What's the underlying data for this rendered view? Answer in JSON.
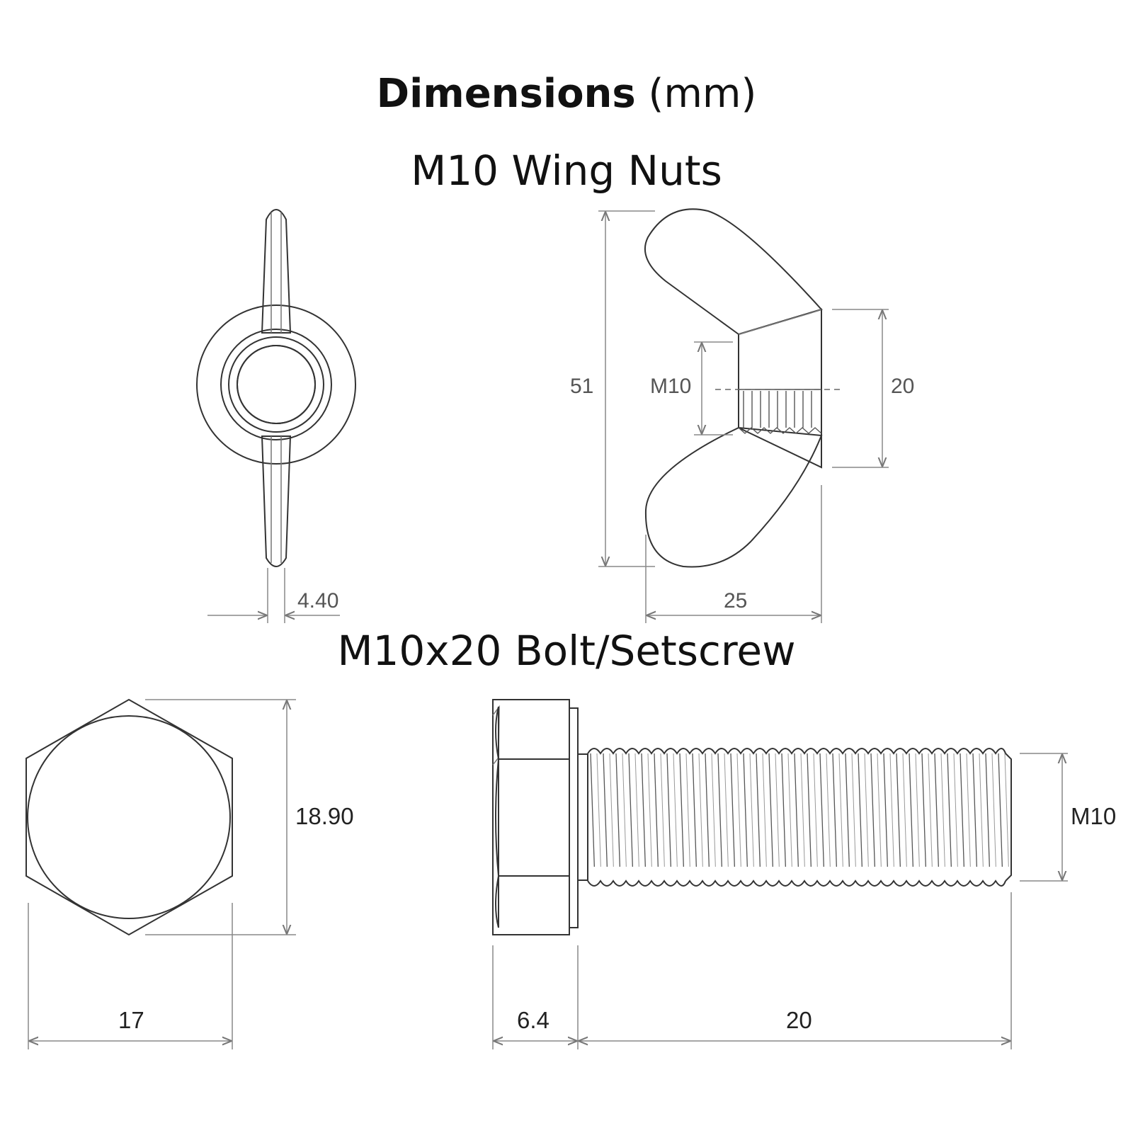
{
  "title": {
    "bold": "Dimensions",
    "rest": " (mm)"
  },
  "wing_nut": {
    "heading": "M10 Wing Nuts",
    "dims": {
      "thickness": "4.40",
      "height": "51",
      "width": "25",
      "thread": "M10",
      "thread_length": "20"
    }
  },
  "bolt": {
    "heading": "M10x20 Bolt/Setscrew",
    "dims": {
      "across_corners": "18.90",
      "across_flats": "17",
      "head_height": "6.4",
      "length": "20",
      "thread": "M10"
    }
  }
}
